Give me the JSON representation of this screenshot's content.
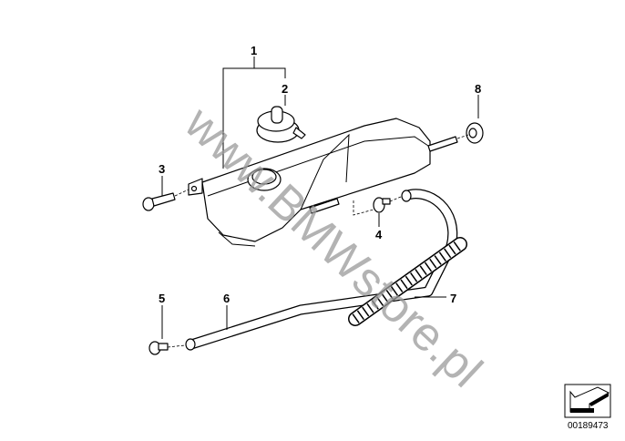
{
  "diagram": {
    "callouts": [
      "1",
      "2",
      "3",
      "4",
      "5",
      "6",
      "7",
      "8"
    ],
    "watermark": "www.BMWstore.pl",
    "image_number": "00189473",
    "icons": {
      "nav": "arrow-back-icon"
    }
  }
}
